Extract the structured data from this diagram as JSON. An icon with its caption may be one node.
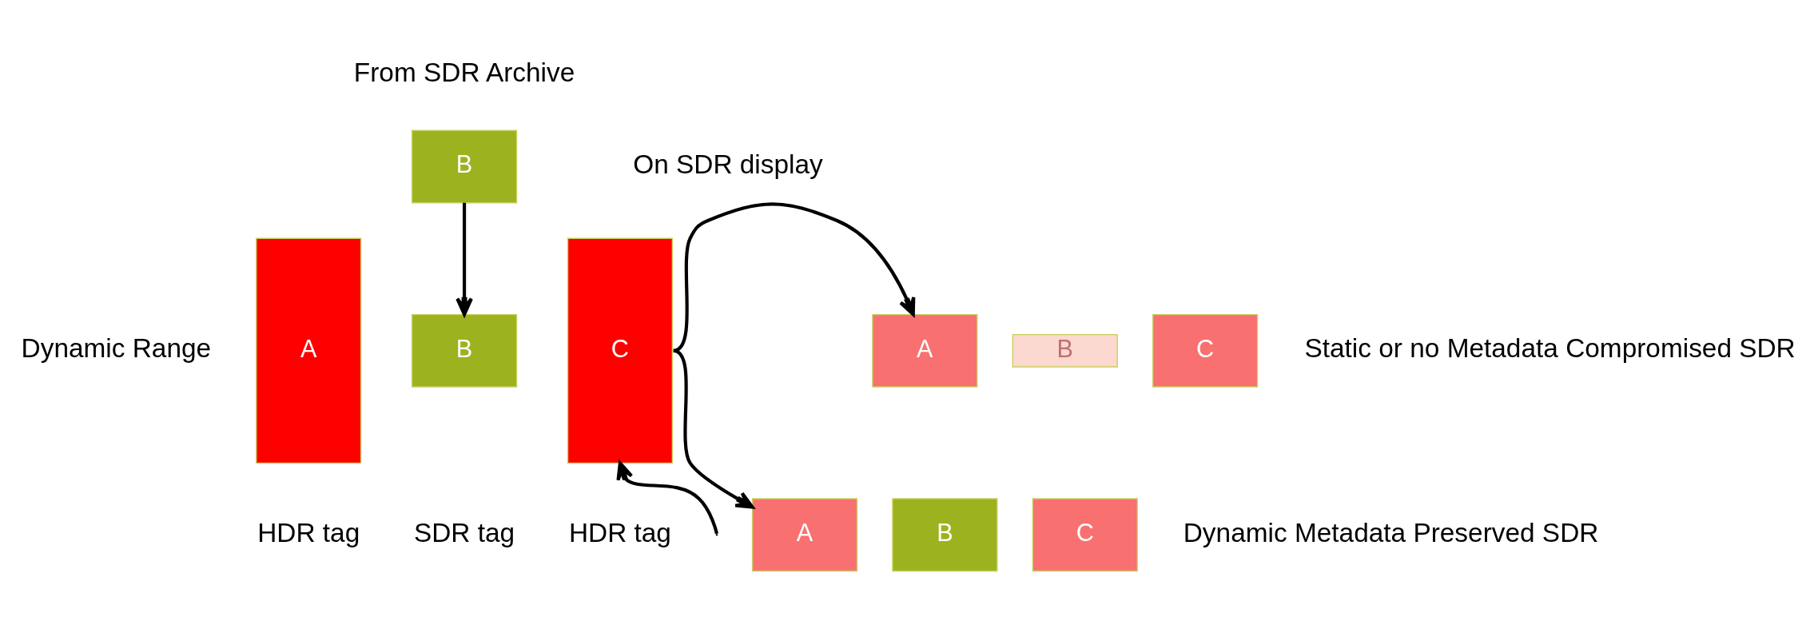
{
  "diagram": {
    "nodes": [
      {
        "text": [
          "B"
        ],
        "beside": [
          "From SDR Archive"
        ]
      },
      {
        "text": [
          "A"
        ],
        "beside": [
          "HDR tag"
        ]
      },
      {
        "text": [
          "B"
        ]
      },
      {
        "text": [
          "C"
        ],
        "beside": [
          "HDR tag"
        ]
      },
      {
        "text": [
          "A"
        ]
      },
      {
        "text": [
          "B"
        ]
      },
      {
        "text": [
          "C"
        ]
      },
      {
        "text": [
          "A"
        ]
      },
      {
        "text": [
          "B"
        ]
      },
      {
        "text": [
          "C"
        ]
      }
    ],
    "edges": [
      {
        "from": 0,
        "to": 2,
        "arrow": "to"
      },
      {
        "from": 3,
        "to": 4,
        "arrow": "to"
      },
      {
        "from": 3,
        "to": 7,
        "arrow": "to"
      },
      {
        "from": null,
        "to": 3,
        "arrow": "to"
      }
    ],
    "labels": [
      "Dynamic Range",
      "On SDR display",
      "Static or no Metadata Compromised SDR",
      "Dynamic Metadata Preserved SDR",
      "SDR tag"
    ]
  }
}
